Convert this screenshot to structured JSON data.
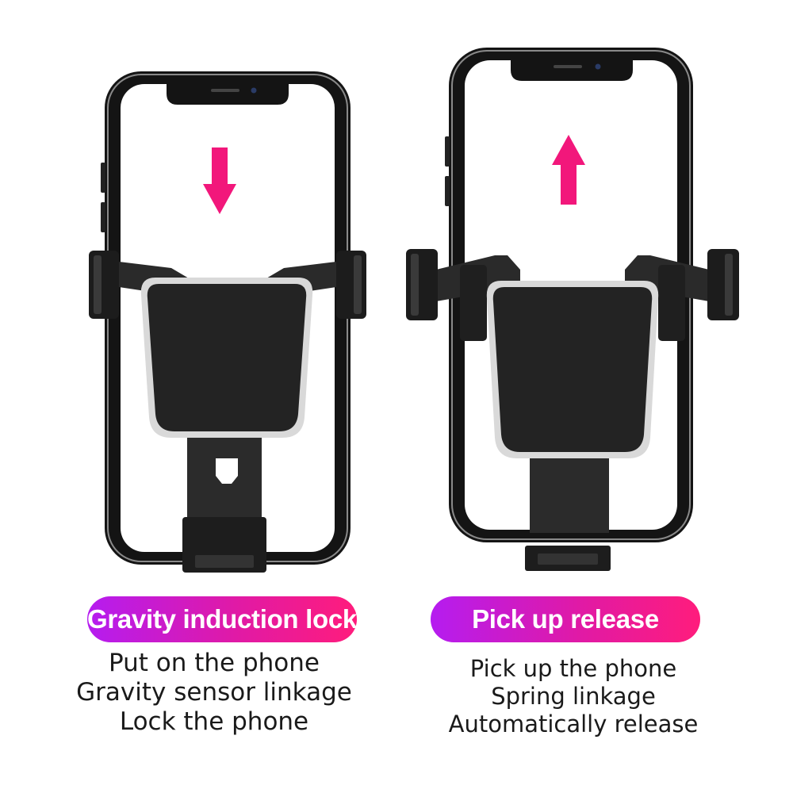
{
  "panels": [
    {
      "title": "Gravity induction lock",
      "lines": [
        "Put on the phone",
        "Gravity sensor linkage",
        "Lock the phone"
      ],
      "arrow": "down-arrow-icon"
    },
    {
      "title": "Pick up release",
      "lines": [
        "Pick up the phone",
        "Spring linkage",
        "Automatically release"
      ],
      "arrow": "up-arrow-icon"
    }
  ],
  "colors": {
    "arrow": "#f2177b",
    "badge_start": "#b51cf0",
    "badge_end": "#ff1c7c",
    "holder": "#222222",
    "phone_frame": "#111111"
  }
}
